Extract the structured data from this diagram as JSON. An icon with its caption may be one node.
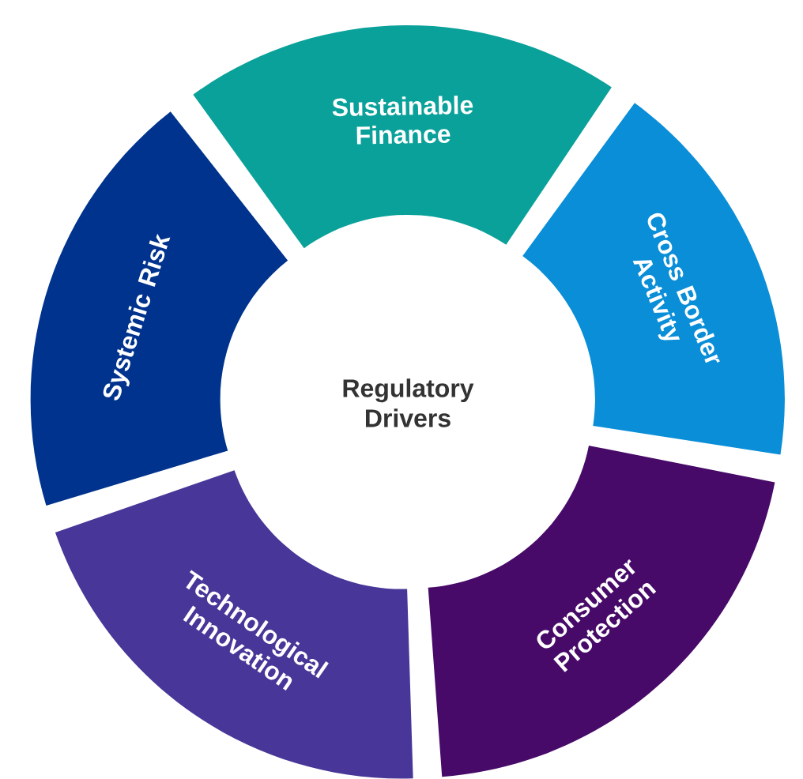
{
  "diagram": {
    "nodes": [
      {
        "text": [
          "Sustainable Finance"
        ]
      },
      {
        "text": [
          "Systemic Risk"
        ]
      },
      {
        "text": [
          "Cross Border Activity"
        ]
      },
      {
        "text": [
          "Regulatory Drivers"
        ]
      },
      {
        "text": [
          "Technological Innovation"
        ]
      },
      {
        "text": [
          "Consumer Protection"
        ]
      }
    ]
  }
}
